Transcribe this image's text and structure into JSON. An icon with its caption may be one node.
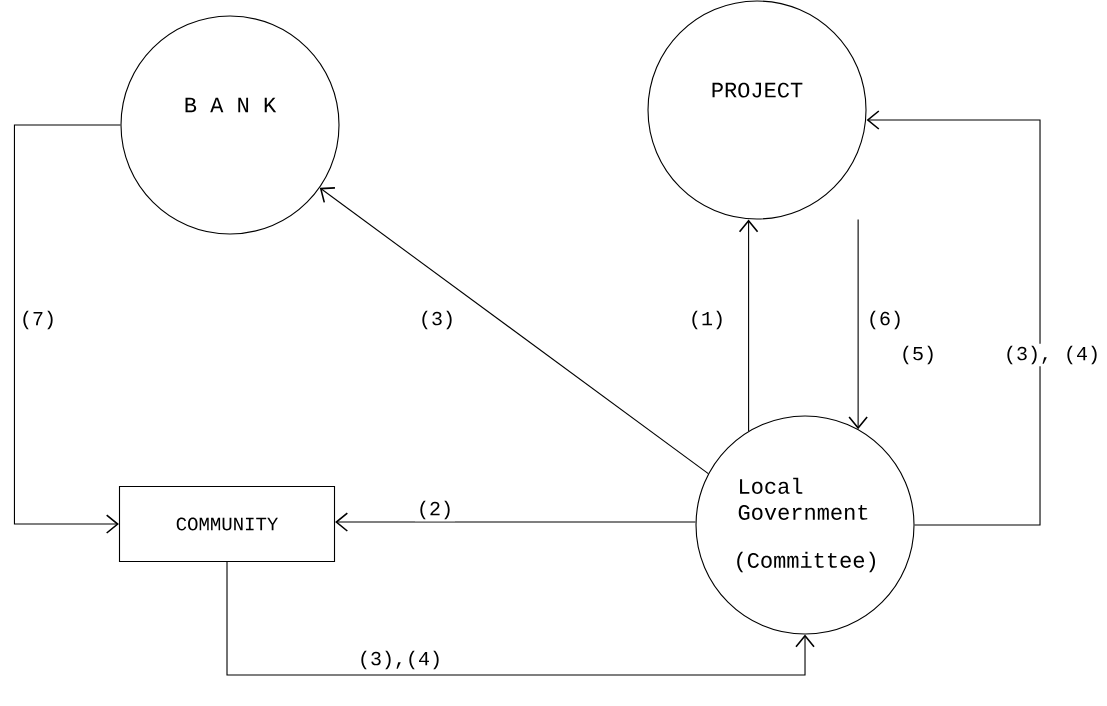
{
  "diagram": {
    "nodes": [
      {
        "text": [
          "B A N K"
        ]
      },
      {
        "text": [
          "PROJECT"
        ]
      },
      {
        "text": [
          "COMMUNITY"
        ]
      },
      {
        "text": [
          "Local Government",
          "(Committee)"
        ]
      }
    ],
    "edges": [
      {
        "from": 0,
        "to": 2,
        "arrow": "to",
        "label": "(7)"
      },
      {
        "from": 3,
        "to": 0,
        "arrow": "to",
        "label": "(3)"
      },
      {
        "from": 3,
        "to": 1,
        "arrow": "to",
        "label": "(1)"
      },
      {
        "from": 1,
        "to": 3,
        "arrow": "to",
        "label": "(6)"
      },
      {
        "from": 3,
        "to": 2,
        "arrow": "to",
        "label": "(2)"
      },
      {
        "from": 3,
        "to": 1,
        "arrow": "to",
        "label": "(3), (4)"
      },
      {
        "from": 2,
        "to": 3,
        "arrow": "to",
        "label": "(3),(4)"
      }
    ],
    "labels": [
      "(5)"
    ]
  }
}
